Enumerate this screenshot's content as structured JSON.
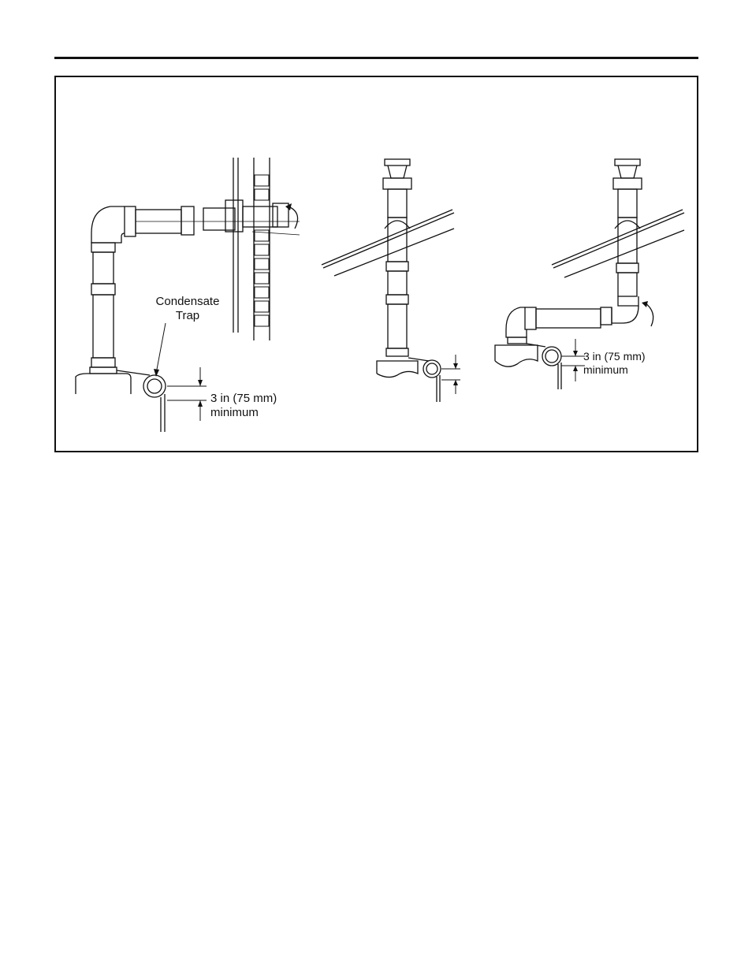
{
  "diagram": {
    "left": {
      "condensate_label_line1": "Condensate",
      "condensate_label_line2": "Trap",
      "dimension_line1": "3 in (75 mm)",
      "dimension_line2": "minimum"
    },
    "right": {
      "dimension_line1": "3 in (75 mm)",
      "dimension_line2": "minimum"
    }
  }
}
